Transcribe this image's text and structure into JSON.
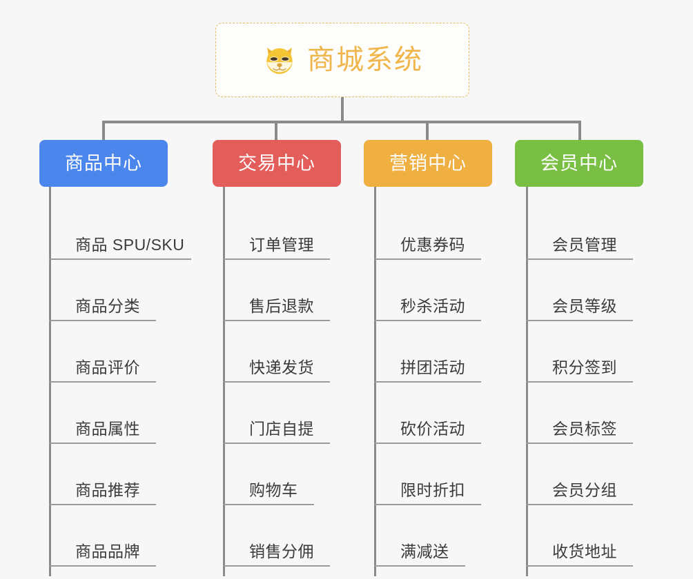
{
  "root": {
    "title": "商城系统",
    "icon": "shiba-dog-icon",
    "border_color": "#e8b960",
    "text_color": "#f0b64b"
  },
  "connector_color": "#8a8a8a",
  "background": "#f7f7f7",
  "categories": [
    {
      "label": "商品中心",
      "color": "#4a86ec",
      "items": [
        "商品 SPU/SKU",
        "商品分类",
        "商品评价",
        "商品属性",
        "商品推荐",
        "商品品牌"
      ]
    },
    {
      "label": "交易中心",
      "color": "#e35d5b",
      "items": [
        "订单管理",
        "售后退款",
        "快递发货",
        "门店自提",
        "购物车",
        "销售分佣"
      ]
    },
    {
      "label": "营销中心",
      "color": "#efaf41",
      "items": [
        "优惠券码",
        "秒杀活动",
        "拼团活动",
        "砍价活动",
        "限时折扣",
        "满减送"
      ]
    },
    {
      "label": "会员中心",
      "color": "#79bf43",
      "items": [
        "会员管理",
        "会员等级",
        "积分签到",
        "会员标签",
        "会员分组",
        "收货地址"
      ]
    }
  ]
}
